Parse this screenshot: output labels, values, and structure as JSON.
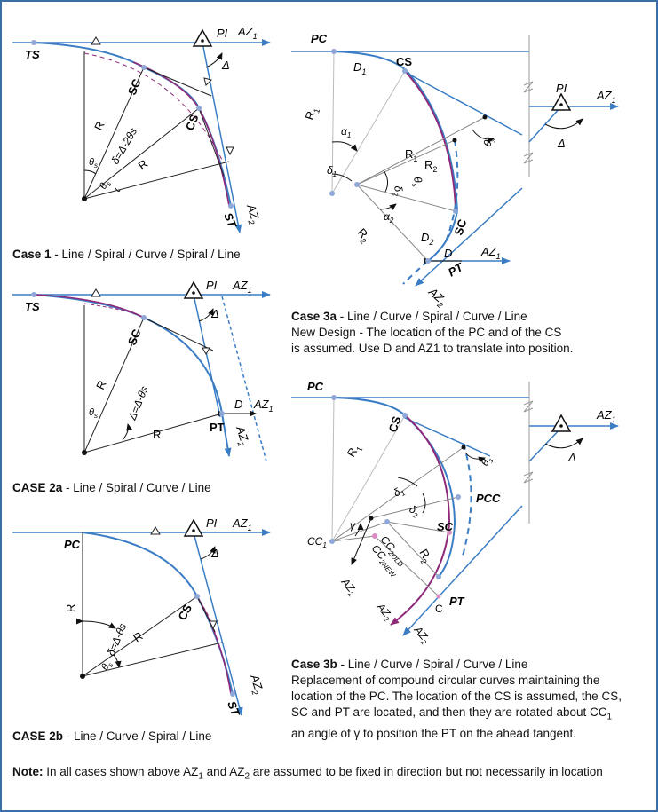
{
  "captions": {
    "case1": {
      "title": "Case 1",
      "text": " - Line / Spiral / Curve / Spiral / Line"
    },
    "case2a": {
      "title": "CASE 2a",
      "text": " - Line / Spiral / Curve / Line"
    },
    "case2b": {
      "title": "CASE 2b",
      "text": " - Line / Curve / Spiral / Line"
    },
    "case3a": {
      "title": "Case 3a",
      "text": " - Line / Curve / Spiral / Curve / Line",
      "lead": "New Design - ",
      "line2": "The location of the PC and of the CS",
      "line3": "is assumed.  Use D and AZ1 to translate into position."
    },
    "case3b": {
      "title": "Case 3b",
      "text": " - Line / Curve / Spiral / Curve / Line",
      "line2": "Replacement of compound circular curves maintaining the",
      "line3": "location of the PC.  The location  of the CS is assumed, the CS,",
      "line4a": "SC and PT are located, and then they are rotated about CC",
      "line4sub": "1",
      "line5": "an angle of γ to position the PT on the ahead tangent."
    }
  },
  "note": {
    "label": "Note:",
    "text1": "  In all cases shown above AZ",
    "sub1": "1",
    "text2": " and AZ",
    "sub2": "2",
    "text3": " are assumed to be fixed in direction but not necessarily in location"
  },
  "labels": {
    "TS": "TS",
    "SC": "SC",
    "CS": "CS",
    "ST": "ST",
    "PI": "PI",
    "PC": "PC",
    "PT": "PT",
    "PCC": "PCC",
    "R": "R",
    "D": "D",
    "AZ": "AZ",
    "sub1": "1",
    "sub2": "2",
    "theta": "θ",
    "thetaS": "θs",
    "s": "s",
    "delta_c1": "δ=Δ-2θs",
    "delta_c2a": "Δ=Δ-θs",
    "delta_c2b": "δ=Δ-θs",
    "Delta": "Δ",
    "delta": "δ",
    "alpha": "α",
    "gamma": "γ",
    "R1": "R",
    "R2": "R",
    "D1": "D",
    "D2": "D",
    "CC": "CC",
    "CC2OLD": "CC",
    "OLDsub": "2OLD",
    "NEWsub": "2NEW",
    "C": "C"
  },
  "colors": {
    "blue": "#3b7dc4",
    "purple": "#8e2a79",
    "frame": "#3b6ea5",
    "gray": "#9a9a9a"
  }
}
